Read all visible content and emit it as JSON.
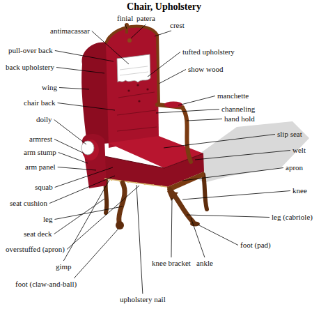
{
  "diagram": {
    "title": "Chair, Upholstery",
    "labels": [
      "finial",
      "patera",
      "crest",
      "antimacassar",
      "pull-over back",
      "tufted upholstery",
      "back upholstery",
      "show wood",
      "wing",
      "manchette",
      "chair back",
      "channeling",
      "doily",
      "hand hold",
      "slip seat",
      "armrest",
      "welt",
      "arm stump",
      "apron",
      "arm panel",
      "squab",
      "knee",
      "seat cushion",
      "leg (cabriole)",
      "leg",
      "seat deck",
      "foot (pad)",
      "overstuffed (apron)",
      "knee bracket",
      "ankle",
      "gimp",
      "foot (claw-and-ball)",
      "upholstery nail"
    ]
  }
}
